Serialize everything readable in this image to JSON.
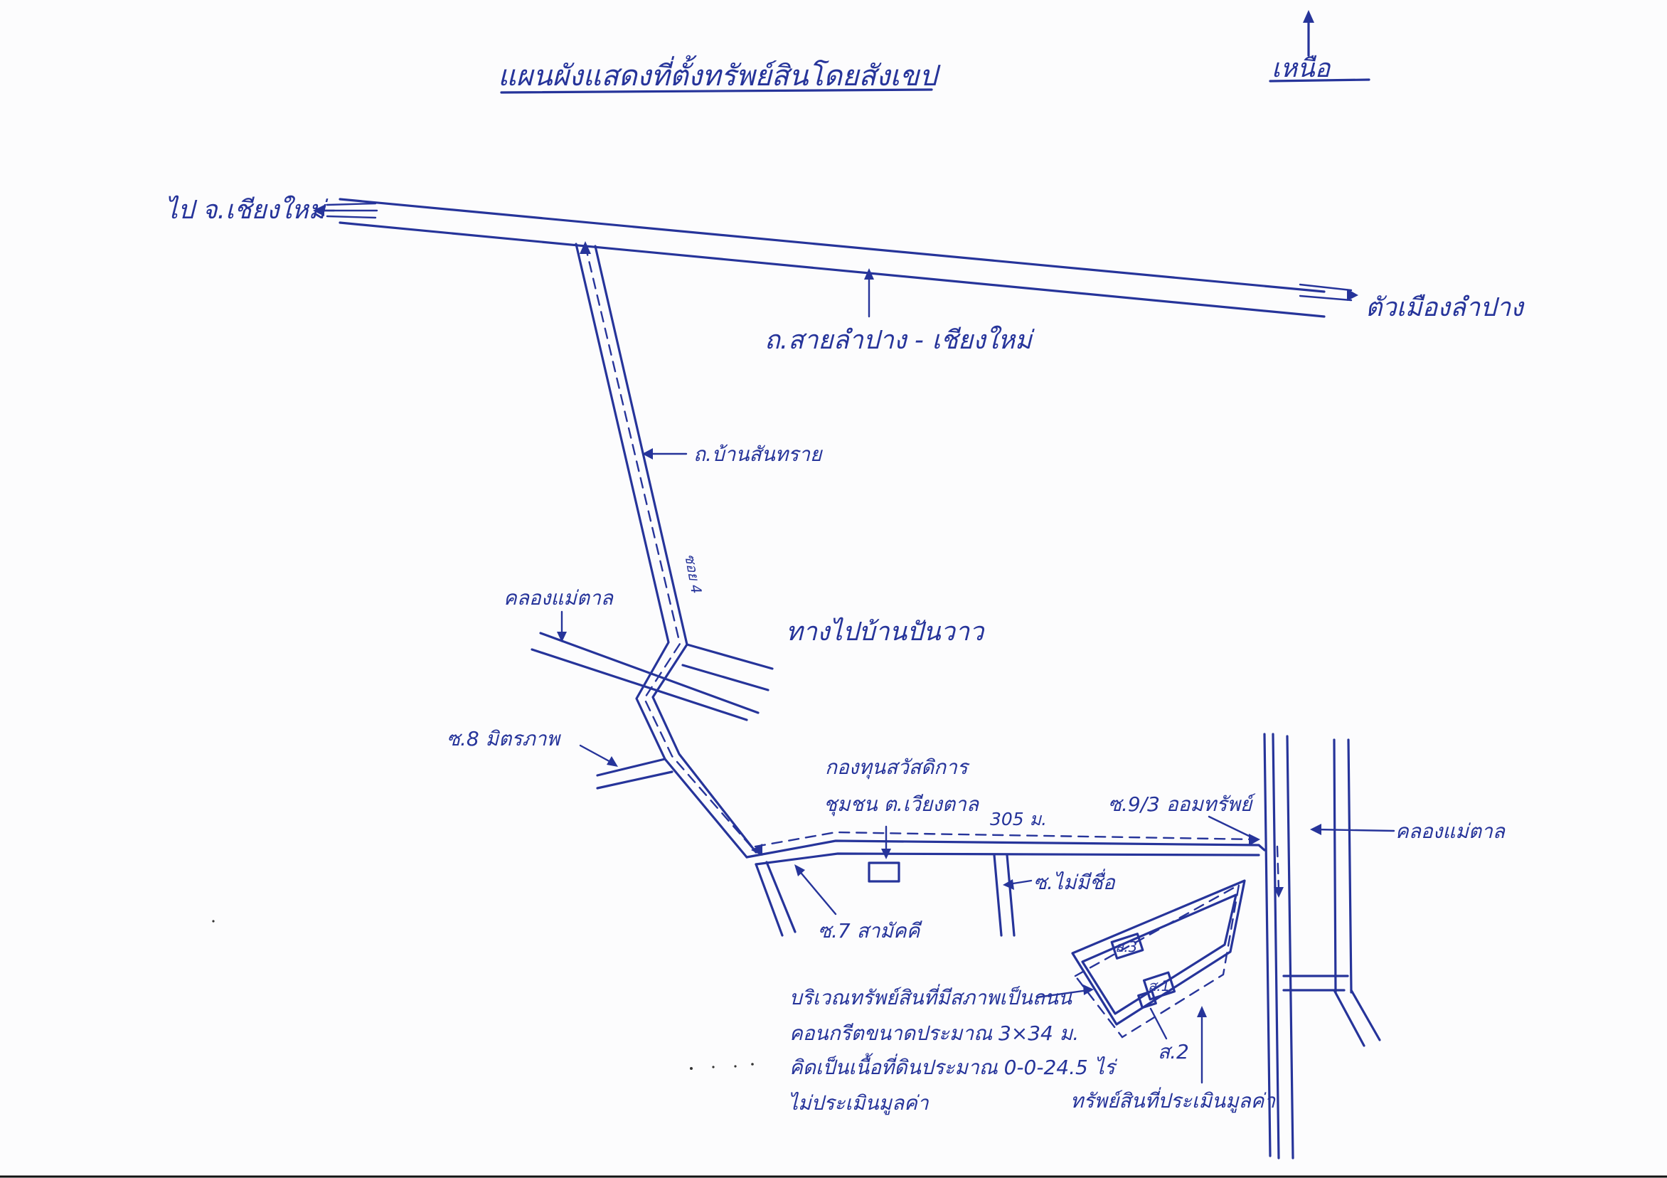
{
  "title": "แผนผังแสดงที่ตั้งทรัพย์สินโดยสังเขป",
  "north_label": "เหนือ",
  "labels": {
    "to_chiang_mai": "ไป จ.เชียงใหม่",
    "to_lampang": "ตัวเมืองลำปาง",
    "main_road": "ถ.สายลำปาง - เชียงใหม่",
    "ban_san_sai_road": "ถ.บ้านสันทราย",
    "soi_4": "ซอย 4",
    "canal_mae_tan_left": "คลองแม่ตาล",
    "to_ban_pan_wao": "ทางไปบ้านปันวาว",
    "soi_8": "ซ.8 มิตรภาพ",
    "fund_line1": "กองทุนสวัสดิการ",
    "fund_line2": "ชุมชน ต.เวียงตาล",
    "distance": "305 ม.",
    "soi_9_3": "ซ.9/3 ออมทรัพย์",
    "canal_mae_tan_right": "คลองแม่ตาล",
    "soi_no_name": "ซ.ไม่มีชื่อ",
    "soi_7": "ซ.7 สามัคคี",
    "parcel_3": "ส.3",
    "parcel_1": "ส.1",
    "parcel_2": "ส.2",
    "note_line1": "บริเวณทรัพย์สินที่มีสภาพเป็นถนน",
    "note_line2": "คอนกรีตขนาดประมาณ 3×34 ม.",
    "note_line3": "คิดเป็นเนื้อที่ดินประมาณ 0-0-24.5 ไร่",
    "note_line4": "ไม่ประเมินมูลค่า",
    "appraised_property": "ทรัพย์สินที่ประเมินมูลค่า"
  },
  "colors": {
    "ink": "#26349a",
    "paper": "#fcfcfd"
  }
}
